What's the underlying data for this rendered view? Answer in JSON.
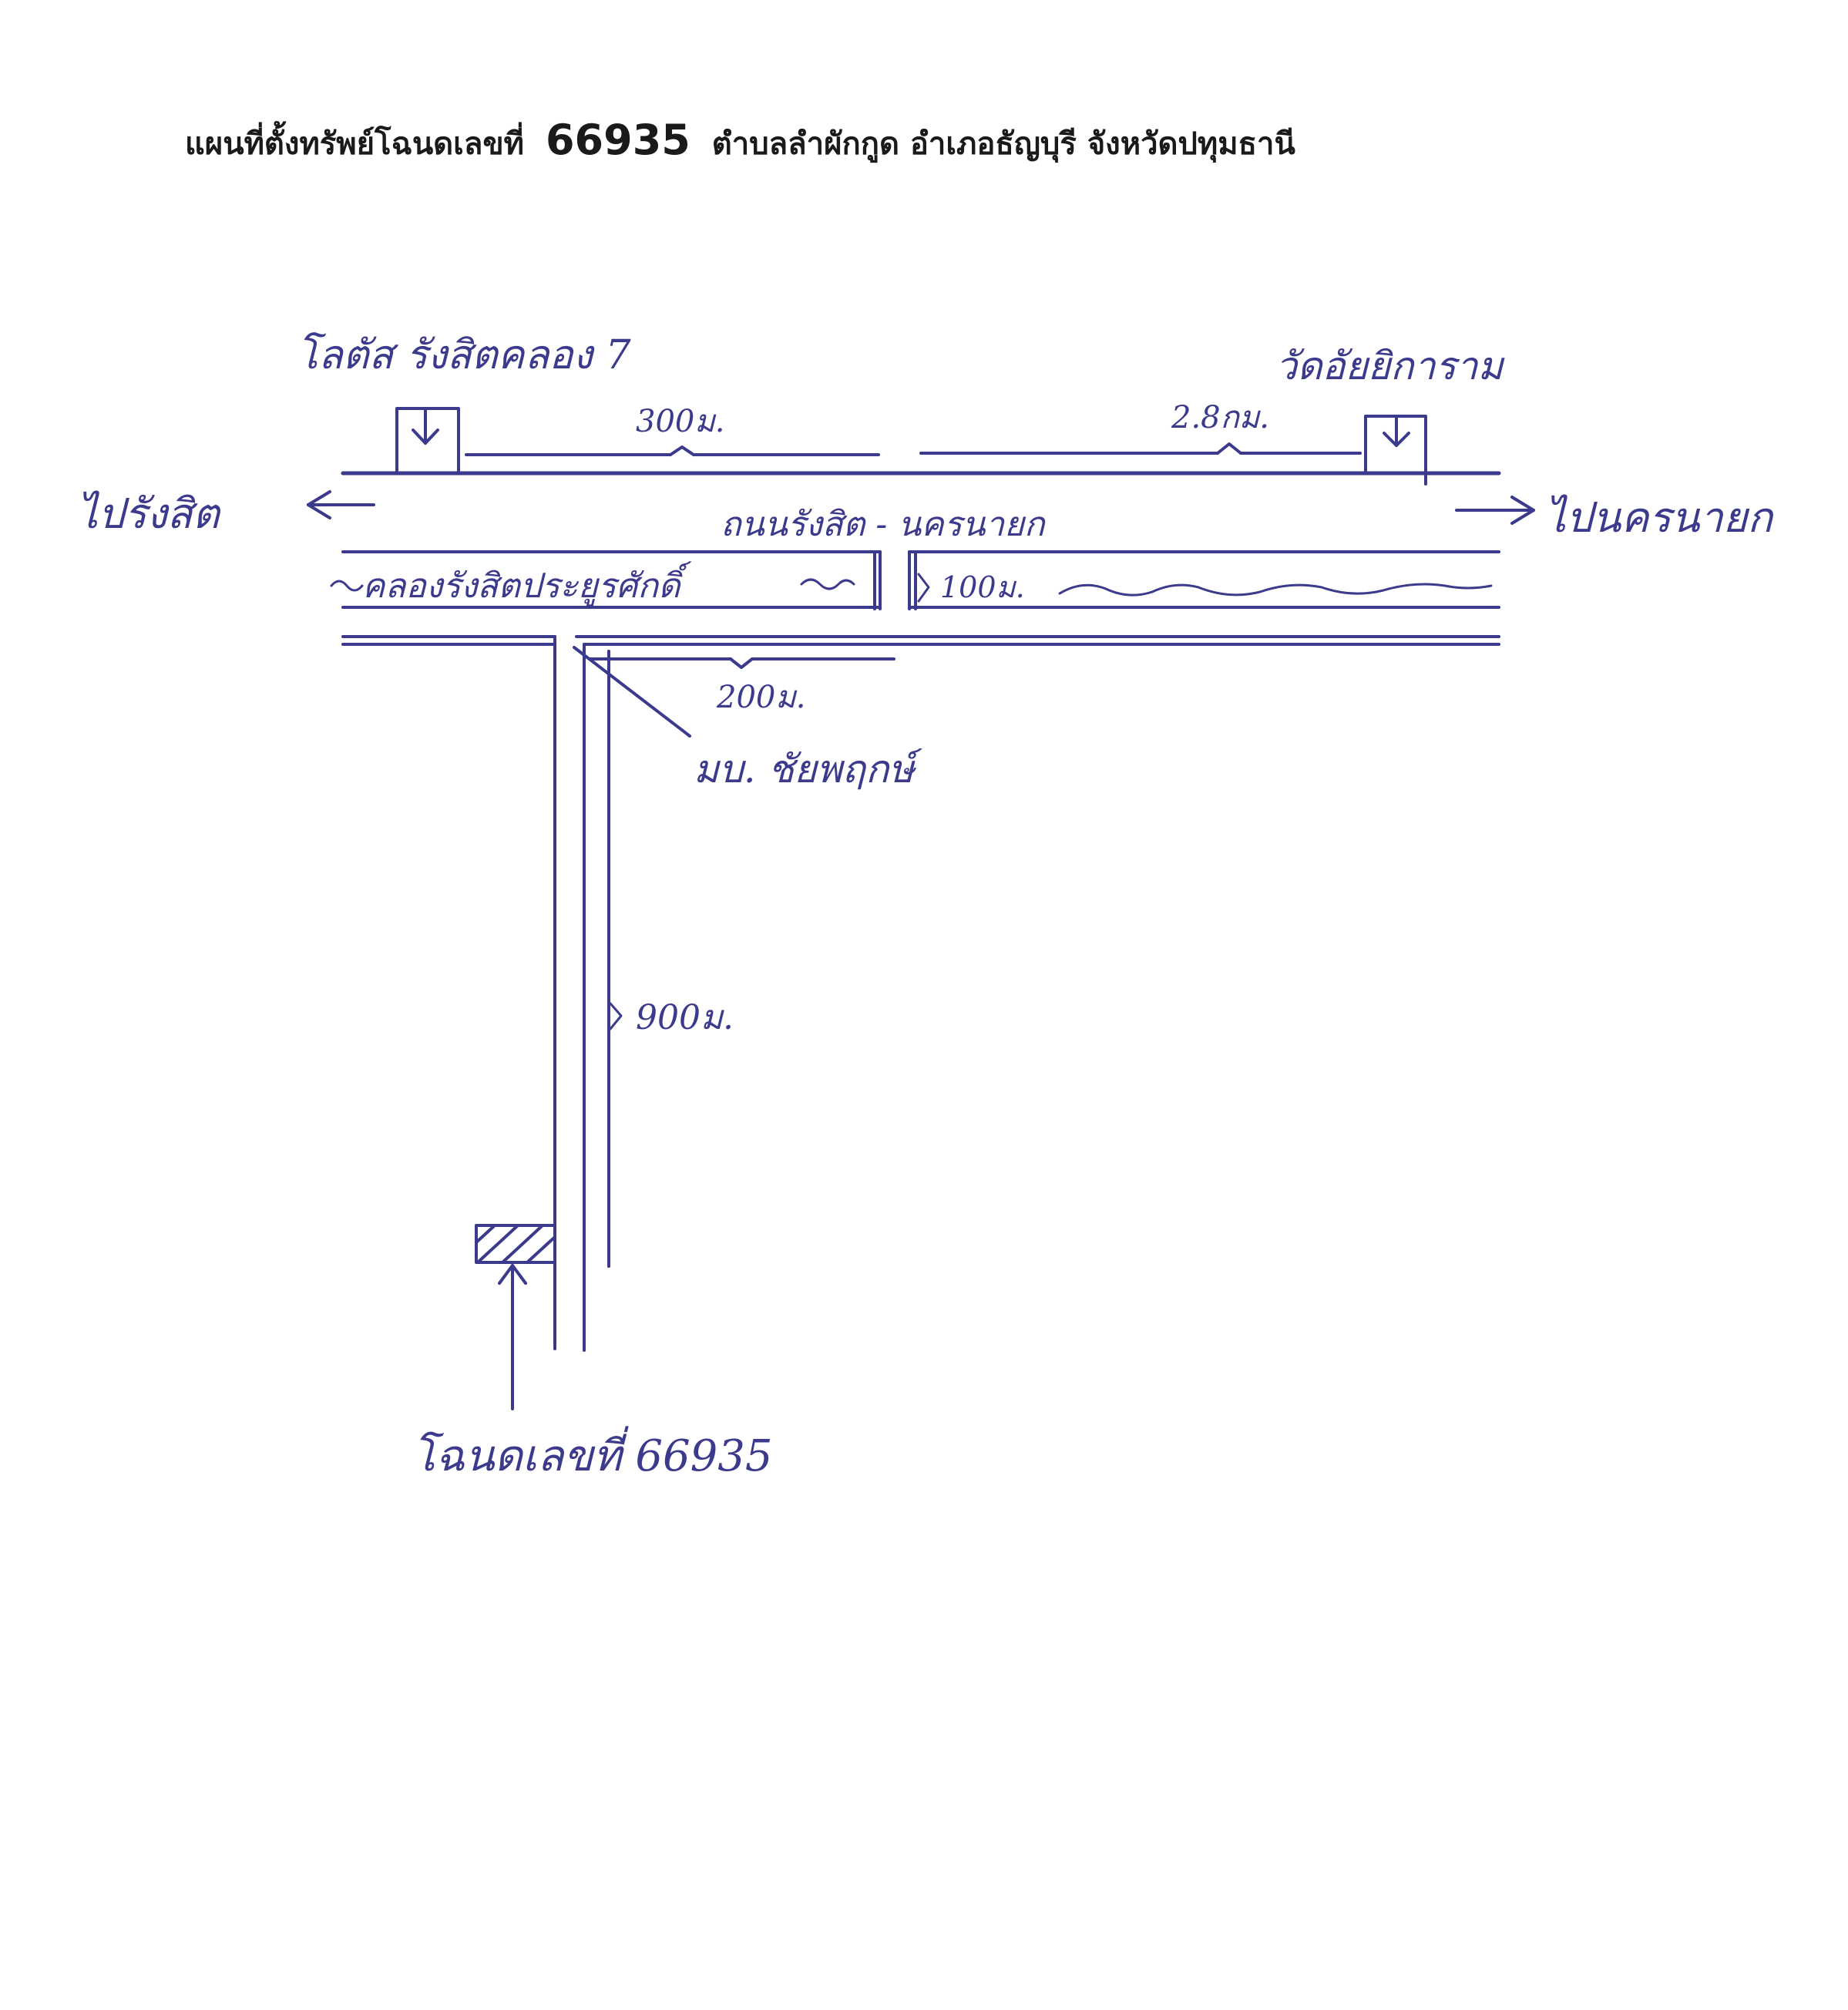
{
  "title": {
    "prefix": "แผนที่ตั้งทรัพย์โฉนดเลขที่",
    "number": "66935",
    "suffix": "ตำบลลำผักกูด อำเภอธัญบุรี จังหวัดปทุมธานี"
  },
  "landmarks": {
    "lotus": "โลตัส รังสิตคลอง 7",
    "temple": "วัดอัยยิการาม",
    "village": "มบ. ชัยพฤกษ์",
    "deed": "โฉนดเลขที่ 66935"
  },
  "directions": {
    "left": "ไปรังสิต",
    "right": "ไปนครนายก"
  },
  "road": {
    "name": "ถนนรังสิต - นครนายก"
  },
  "canal": {
    "name": "คลองรังสิตประยูรศักดิ์"
  },
  "distances": {
    "lotus_to_junction": "300ม.",
    "to_temple": "2.8กม.",
    "canal_gap": "100ม.",
    "junction_offset": "200ม.",
    "soi_length": "900ม."
  },
  "colors": {
    "ink": "#3b3a8c",
    "title": "#1a1a1a",
    "paper": "#ffffff"
  }
}
